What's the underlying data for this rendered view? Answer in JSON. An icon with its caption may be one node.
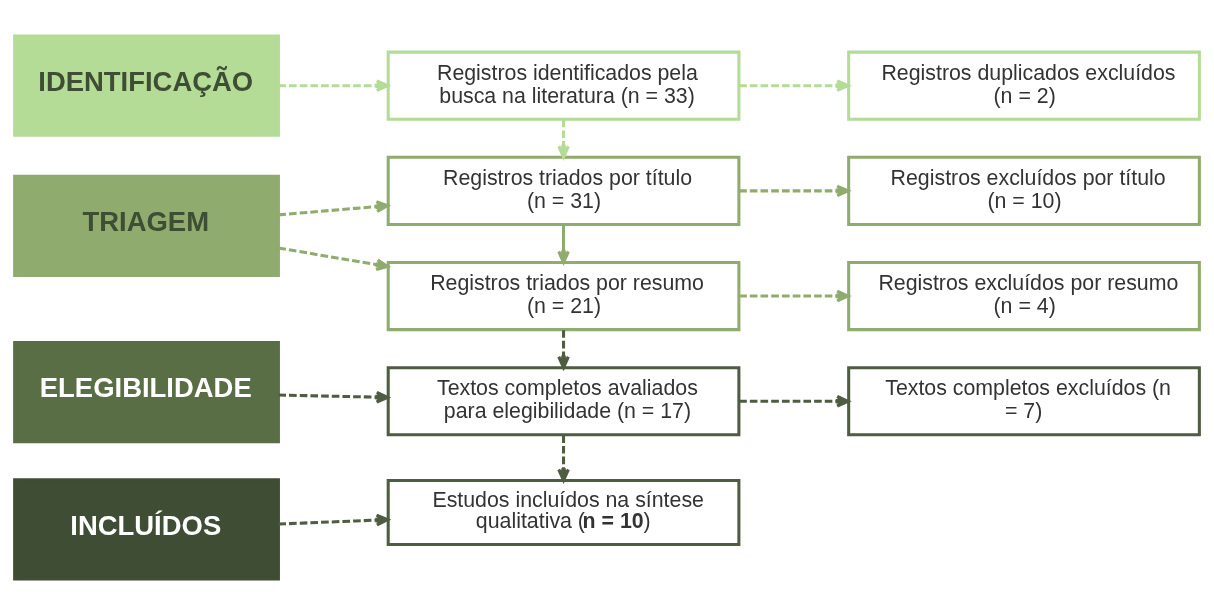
{
  "diagram": {
    "nodes": [
      {
        "text": [
          "IDENTIFICAÇÃO"
        ]
      },
      {
        "text": [
          "Registros identificados pela busca na literatura (n = 33)"
        ]
      },
      {
        "text": [
          "Registros duplicados excluídos (n = 2)"
        ]
      },
      {
        "text": [
          "TRIAGEM"
        ]
      },
      {
        "text": [
          "Registros triados por título (n = 31)"
        ]
      },
      {
        "text": [
          "Registros excluídos por título (n = 10)"
        ]
      },
      {
        "text": [
          "Registros triados por resumo (n = 21)"
        ]
      },
      {
        "text": [
          "Registros excluídos por resumo (n = 4)"
        ]
      },
      {
        "text": [
          "ELEGIBILIDADE"
        ]
      },
      {
        "text": [
          "Textos completos avaliados para elegibilidade (n = 17)"
        ]
      },
      {
        "text": [
          "Textos completos excluídos (n = 7)"
        ]
      },
      {
        "text": [
          "INCLUÍDOS"
        ]
      },
      {
        "text": [
          "Estudos incluídos na síntese qualitativa (**n = 10**)"
        ]
      }
    ],
    "edges": [
      {
        "from": 0,
        "to": 1,
        "arrow": "to",
        "style": "dashed",
        "color": "#b5dc96"
      },
      {
        "from": 1,
        "to": 2,
        "arrow": "to",
        "style": "dashed",
        "color": "#b5dc96"
      },
      {
        "from": 1,
        "to": 4,
        "arrow": "to",
        "style": "dashed",
        "color": "#b5dc96"
      },
      {
        "from": 3,
        "to": 4,
        "arrow": "to",
        "style": "dashed",
        "color": "#8fac6e"
      },
      {
        "from": 4,
        "to": 5,
        "arrow": "to",
        "style": "dashed",
        "color": "#8fac6e"
      },
      {
        "from": 4,
        "to": 6,
        "arrow": "to",
        "color": "#8fac6e"
      },
      {
        "from": 3,
        "to": 6,
        "arrow": "to",
        "style": "dashed",
        "color": "#8fac6e"
      },
      {
        "from": 6,
        "to": 7,
        "arrow": "to",
        "style": "dashed",
        "color": "#8fac6e"
      },
      {
        "from": 6,
        "to": 9,
        "arrow": "to",
        "style": "dashed",
        "color": "#4e5c41"
      },
      {
        "from": 8,
        "to": 9,
        "arrow": "to",
        "style": "dashed",
        "color": "#4e5c41"
      },
      {
        "from": 9,
        "to": 10,
        "arrow": "to",
        "style": "dashed",
        "color": "#4e5c41"
      },
      {
        "from": 9,
        "to": 12,
        "arrow": "to",
        "style": "dashed",
        "color": "#4e5c41"
      },
      {
        "from": 11,
        "to": 12,
        "arrow": "to",
        "style": "dashed",
        "color": "#4e5c41"
      }
    ]
  }
}
